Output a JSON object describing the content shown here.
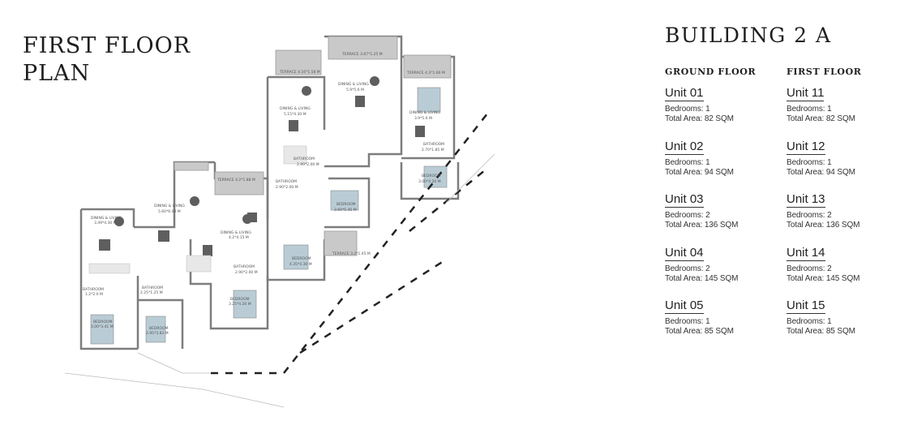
{
  "page_title": "FIRST FLOOR\nPLAN",
  "building": "BUILDING 2 A",
  "columns": [
    {
      "heading": "GROUND FLOOR",
      "units": [
        {
          "name": "Unit 01",
          "bedrooms": "Bedrooms: 1",
          "area": "Total Area: 82 SQM"
        },
        {
          "name": "Unit 02",
          "bedrooms": "Bedrooms: 1",
          "area": "Total Area: 94 SQM"
        },
        {
          "name": "Unit 03",
          "bedrooms": "Bedrooms: 2",
          "area": "Total Area: 136 SQM"
        },
        {
          "name": "Unit 04",
          "bedrooms": "Bedrooms: 2",
          "area": "Total Area: 145 SQM"
        },
        {
          "name": "Unit 05",
          "bedrooms": "Bedrooms: 1",
          "area": "Total Area: 85 SQM"
        }
      ]
    },
    {
      "heading": "FIRST FLOOR",
      "units": [
        {
          "name": "Unit 11",
          "bedrooms": "Bedrooms: 1",
          "area": "Total Area: 82 SQM"
        },
        {
          "name": "Unit 12",
          "bedrooms": "Bedrooms: 1",
          "area": "Total Area: 94 SQM"
        },
        {
          "name": "Unit 13",
          "bedrooms": "Bedrooms: 2",
          "area": "Total Area: 136 SQM"
        },
        {
          "name": "Unit 14",
          "bedrooms": "Bedrooms: 2",
          "area": "Total Area: 145 SQM"
        },
        {
          "name": "Unit 15",
          "bedrooms": "Bedrooms: 1",
          "area": "Total Area: 85 SQM"
        }
      ]
    }
  ],
  "plan_labels": {
    "terrace_a": "TERRACE 4.16*1.58 M",
    "terrace_b": "TERRACE 3.67*1.25 M",
    "terrace_c": "TERRACE 4.3*1.60 M",
    "terrace_d": "TERRACE 4.2*1.88 M",
    "terrace_e": "TERRACE 3.2*1.45 M",
    "dining_1": "DINING & LIVING",
    "dining_1_size": "3.49*4.30 M",
    "dining_2": "DINING & LIVING",
    "dining_2_size": "5.60*6.00 M",
    "dining_3": "DINING & LIVING",
    "dining_3_size": "4.2*4.15 M",
    "dining_4": "DINING & LIVING",
    "dining_4_size": "5.15*4.30 M",
    "dining_5": "DINING & LIVING",
    "dining_5_size": "5.9*5.6 M",
    "dining_6": "DINING & LIVING",
    "dining_6_size": "3.9*5.6 M",
    "bath_1": "BATHROOM",
    "bath_1_size": "1.2*2.0 M",
    "bath_2": "BATHROOM",
    "bath_2_size": "2.25*1.25 M",
    "bath_3": "BATHROOM",
    "bath_3_size": "2.90*2.00 M",
    "bath_4": "BATHROOM",
    "bath_4_size": "2.90*2.00 M",
    "bath_5": "BATHROOM",
    "bath_5_size": "2.90*2.00 M",
    "bath_6": "BATHROOM",
    "bath_6_size": "2.70*1.85 M",
    "bed_1": "BEDROOM",
    "bed_1_size": "3.00*3.41 M",
    "bed_2": "BEDROOM",
    "bed_2_size": "2.95*3.83 M",
    "bed_3": "BEDROOM",
    "bed_3_size": "3.25*4.20 M",
    "bed_4": "BEDROOM",
    "bed_4_size": "4.35*4.30 M",
    "bed_5": "BEDROOM",
    "bed_5_size": "3.60*5.45 M",
    "bed_6": "BEDROOM",
    "bed_6_size": "3.00*4.20 M"
  },
  "colors": {
    "wall": "#7d7d7d",
    "terrace": "#c9c9c9",
    "furniture": "#5e5e5e",
    "accent": "#b9ccd6"
  }
}
